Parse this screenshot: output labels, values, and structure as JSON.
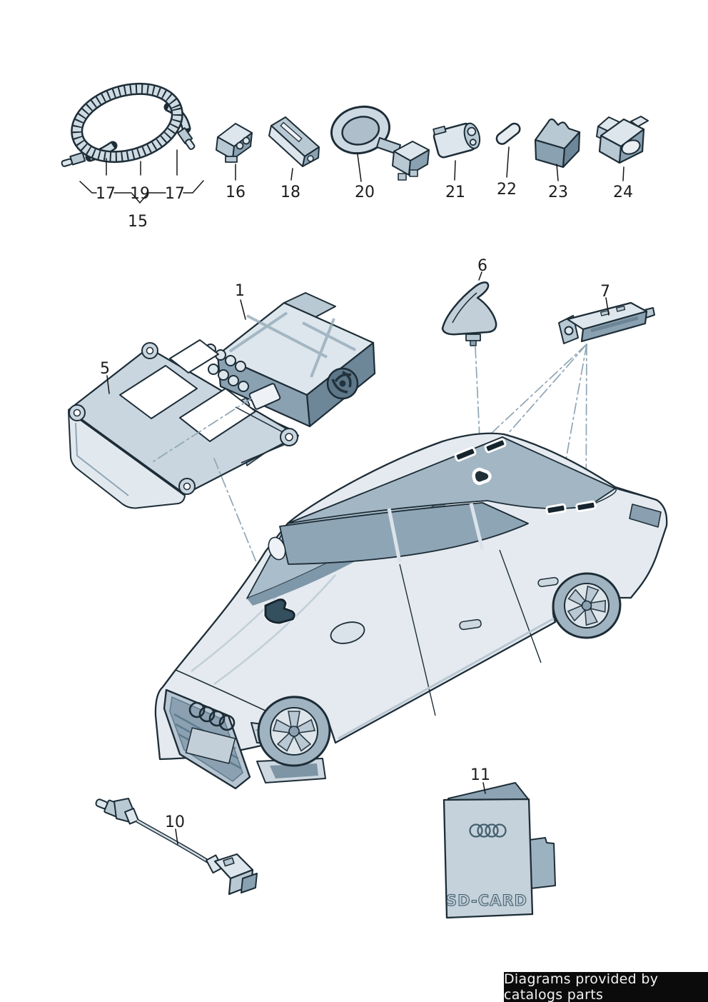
{
  "diagram_labels": {
    "part1": "1",
    "part5": "5",
    "part6": "6",
    "part7": "7",
    "part10": "10",
    "part11": "11",
    "part15": "15",
    "part16": "16",
    "part17_left": "17",
    "part19": "19",
    "part17_right": "17",
    "part18": "18",
    "part20": "20",
    "part21": "21",
    "part22": "22",
    "part23": "23",
    "part24": "24"
  },
  "sd_card": {
    "label": "SD-CARD",
    "brand_icon": "audi-rings"
  },
  "footer": {
    "credit": "Diagrams provided by catalogs parts"
  },
  "colors": {
    "outline": "#1d2d37",
    "part_light": "#dde6ec",
    "part_mid": "#b9c9d4",
    "part_dark": "#8aa1b1",
    "glass": "#9db2c1",
    "roof_band": "#a2b6c4",
    "marker_black": "#16242d",
    "dash_line": "#8fa6b5",
    "footer_bg": "#0b0b0b",
    "footer_text": "#f2f2f2"
  }
}
